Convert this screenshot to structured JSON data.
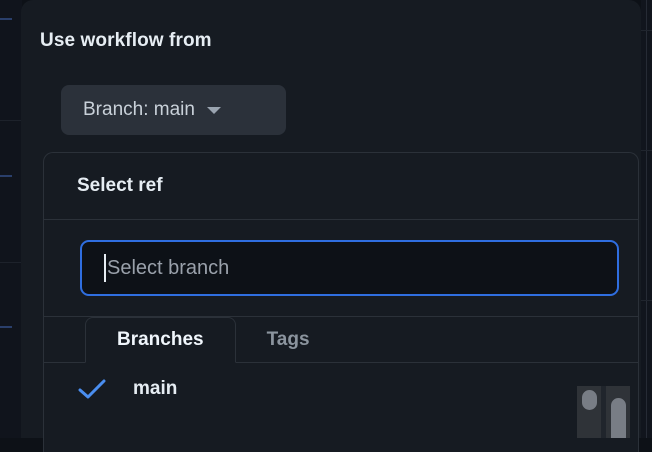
{
  "dialog": {
    "section_title": "Use workflow from",
    "branch_button": {
      "label": "Branch: main",
      "caret_icon": "chevron-down-icon"
    }
  },
  "ref_panel": {
    "title": "Select ref",
    "search": {
      "value": "",
      "placeholder": "Select branch",
      "focused": true
    },
    "tabs": [
      {
        "label": "Branches",
        "active": true
      },
      {
        "label": "Tags",
        "active": false
      }
    ],
    "items": [
      {
        "label": "main",
        "selected": true,
        "check_icon": "check-icon"
      }
    ]
  },
  "colors": {
    "dialog_background": "#161b22",
    "page_background": "#0d1117",
    "border": "#2b3139",
    "accent_focus": "#2f6ee0",
    "accent_check": "#4a8ef0",
    "text_primary": "#e6edf3",
    "text_muted": "#8b949e",
    "button_background": "#2b313a",
    "scrollbar_thumb": "#787d85"
  }
}
